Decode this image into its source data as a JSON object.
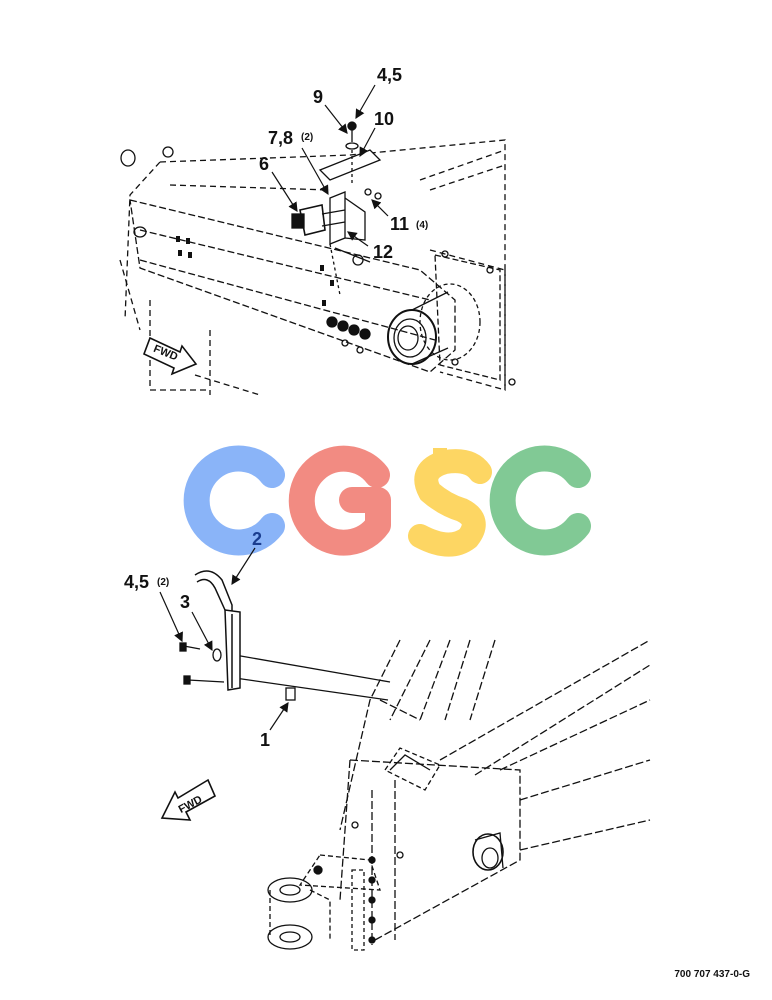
{
  "top_view": {
    "callouts": {
      "c_9": "9",
      "c_45": "4,5",
      "c_10": "10",
      "c_78": "7,8",
      "c_78_qty": "(2)",
      "c_6": "6",
      "c_11": "11",
      "c_11_qty": "(4)",
      "c_12": "12"
    },
    "fwd": "FWD"
  },
  "bottom_view": {
    "callouts": {
      "c_2": "2",
      "c_45": "4,5",
      "c_45_qty": "(2)",
      "c_3": "3",
      "c_1": "1"
    },
    "fwd": "FWD"
  },
  "watermark": {
    "letters": [
      "C",
      "G",
      "S",
      "C"
    ],
    "colors": [
      "#8ab4f8",
      "#f28b82",
      "#fdd663",
      "#81c995"
    ]
  },
  "colors": {
    "line": "#111111",
    "callout_2": "#1a3d8f"
  },
  "drawing_number": "700 707 437-0-G"
}
